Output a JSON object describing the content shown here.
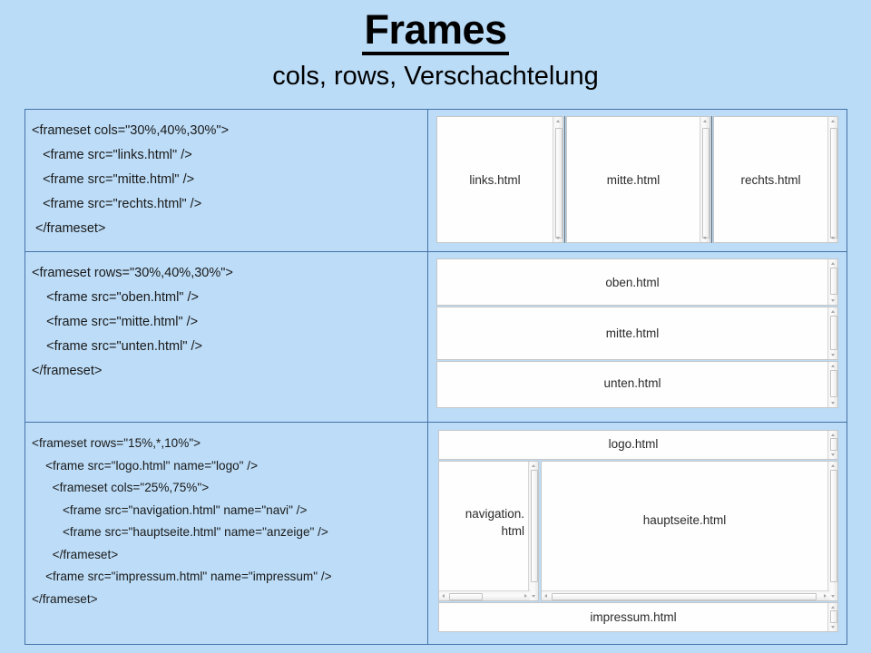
{
  "slide": {
    "title": "Frames",
    "subtitle": "cols, rows, Verschachtelung",
    "background_color": "#bbdcf7",
    "border_color": "#4472a8",
    "cell_color": "#bcdcf7"
  },
  "rows": [
    {
      "id": "cols-example",
      "code": "<frameset cols=\"30%,40%,30%\">\n   <frame src=\"links.html\" />\n   <frame src=\"mitte.html\" />\n   <frame src=\"rechts.html\" />\n </frameset>",
      "preview": {
        "layout": "columns",
        "frames": [
          {
            "label": "links.html"
          },
          {
            "label": "mitte.html"
          },
          {
            "label": "rechts.html"
          }
        ]
      }
    },
    {
      "id": "rows-example",
      "code": "<frameset rows=\"30%,40%,30%\">\n    <frame src=\"oben.html\" />\n    <frame src=\"mitte.html\" />\n    <frame src=\"unten.html\" />\n</frameset>",
      "preview": {
        "layout": "rows",
        "frames": [
          {
            "label": "oben.html"
          },
          {
            "label": "mitte.html"
          },
          {
            "label": "unten.html"
          }
        ]
      }
    },
    {
      "id": "nested-example",
      "code": "<frameset rows=\"15%,*,10%\">\n    <frame src=\"logo.html\" name=\"logo\" />\n      <frameset cols=\"25%,75%\">\n         <frame src=\"navigation.html\" name=\"navi\" />\n         <frame src=\"hauptseite.html\" name=\"anzeige\" />\n      </frameset>\n    <frame src=\"impressum.html\" name=\"impressum\" />\n</frameset>",
      "preview": {
        "layout": "nested",
        "frames": [
          {
            "label": "logo.html"
          },
          {
            "label": "navigation.\nhtml"
          },
          {
            "label": "hauptseite.html"
          },
          {
            "label": "impressum.html"
          }
        ]
      }
    }
  ]
}
